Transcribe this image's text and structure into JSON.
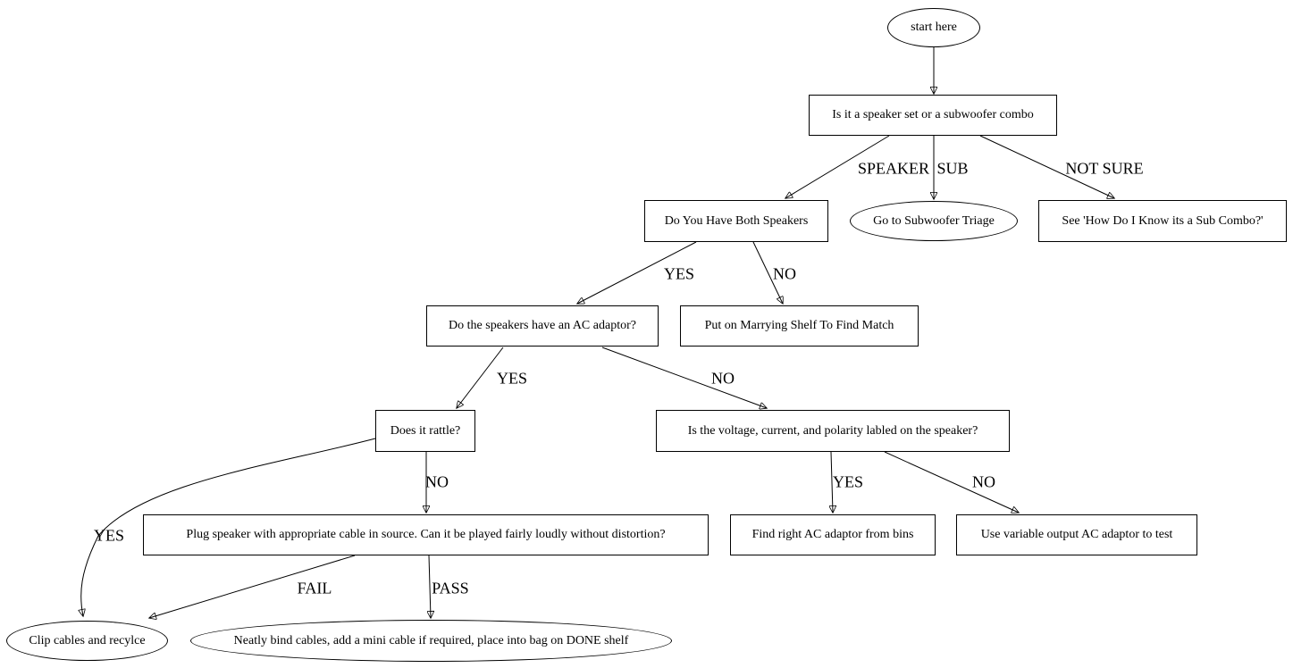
{
  "diagram": {
    "type": "flowchart",
    "colors": {
      "line": "#000000",
      "background": "#ffffff",
      "text": "#000000"
    },
    "nodes": {
      "start": {
        "label": "start here",
        "shape": "ellipse"
      },
      "is_speaker_or_sub": {
        "label": "Is it a speaker set or a subwoofer combo",
        "shape": "box"
      },
      "both_speakers": {
        "label": "Do You Have Both Speakers",
        "shape": "box"
      },
      "go_subwoofer_triage": {
        "label": "Go to Subwoofer Triage",
        "shape": "ellipse"
      },
      "see_how_know": {
        "label": "See 'How Do I Know its a Sub Combo?'",
        "shape": "box"
      },
      "ac_adaptor": {
        "label": "Do the speakers have an AC adaptor?",
        "shape": "box"
      },
      "marrying_shelf": {
        "label": "Put on Marrying Shelf To Find Match",
        "shape": "box"
      },
      "rattle": {
        "label": "Does it rattle?",
        "shape": "box"
      },
      "voltage_labled": {
        "label": "Is the voltage, current, and polarity labled on the speaker?",
        "shape": "box"
      },
      "plug_speaker": {
        "label": "Plug speaker with appropriate cable in source. Can it be played fairly loudly without distortion?",
        "shape": "box"
      },
      "find_ac_adaptor": {
        "label": "Find right AC adaptor from bins",
        "shape": "box"
      },
      "variable_ac_adaptor": {
        "label": "Use variable output AC adaptor to test",
        "shape": "box"
      },
      "clip_cables": {
        "label": "Clip cables and recylce",
        "shape": "ellipse"
      },
      "neatly_bind": {
        "label": "Neatly bind cables, add a mini cable if required, place into bag on DONE shelf",
        "shape": "ellipse"
      }
    },
    "edges": [
      {
        "from": "start",
        "to": "is_speaker_or_sub",
        "label": ""
      },
      {
        "from": "is_speaker_or_sub",
        "to": "both_speakers",
        "label": "SPEAKER"
      },
      {
        "from": "is_speaker_or_sub",
        "to": "go_subwoofer_triage",
        "label": "SUB"
      },
      {
        "from": "is_speaker_or_sub",
        "to": "see_how_know",
        "label": "NOT SURE"
      },
      {
        "from": "both_speakers",
        "to": "ac_adaptor",
        "label": "YES"
      },
      {
        "from": "both_speakers",
        "to": "marrying_shelf",
        "label": "NO"
      },
      {
        "from": "ac_adaptor",
        "to": "rattle",
        "label": "YES"
      },
      {
        "from": "ac_adaptor",
        "to": "voltage_labled",
        "label": "NO"
      },
      {
        "from": "rattle",
        "to": "plug_speaker",
        "label": "NO"
      },
      {
        "from": "rattle",
        "to": "clip_cables",
        "label": "YES"
      },
      {
        "from": "plug_speaker",
        "to": "clip_cables",
        "label": "FAIL"
      },
      {
        "from": "plug_speaker",
        "to": "neatly_bind",
        "label": "PASS"
      },
      {
        "from": "voltage_labled",
        "to": "find_ac_adaptor",
        "label": "YES"
      },
      {
        "from": "voltage_labled",
        "to": "variable_ac_adaptor",
        "label": "NO"
      }
    ]
  }
}
